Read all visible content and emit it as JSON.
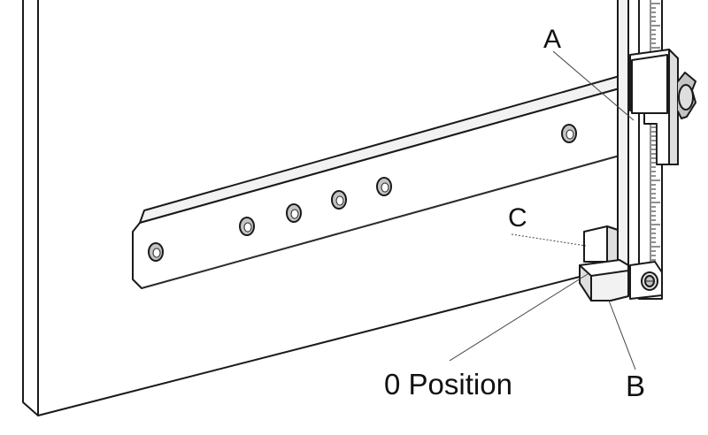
{
  "labels": {
    "a": "A",
    "b": "B",
    "c": "C",
    "zero": "0 Position"
  }
}
